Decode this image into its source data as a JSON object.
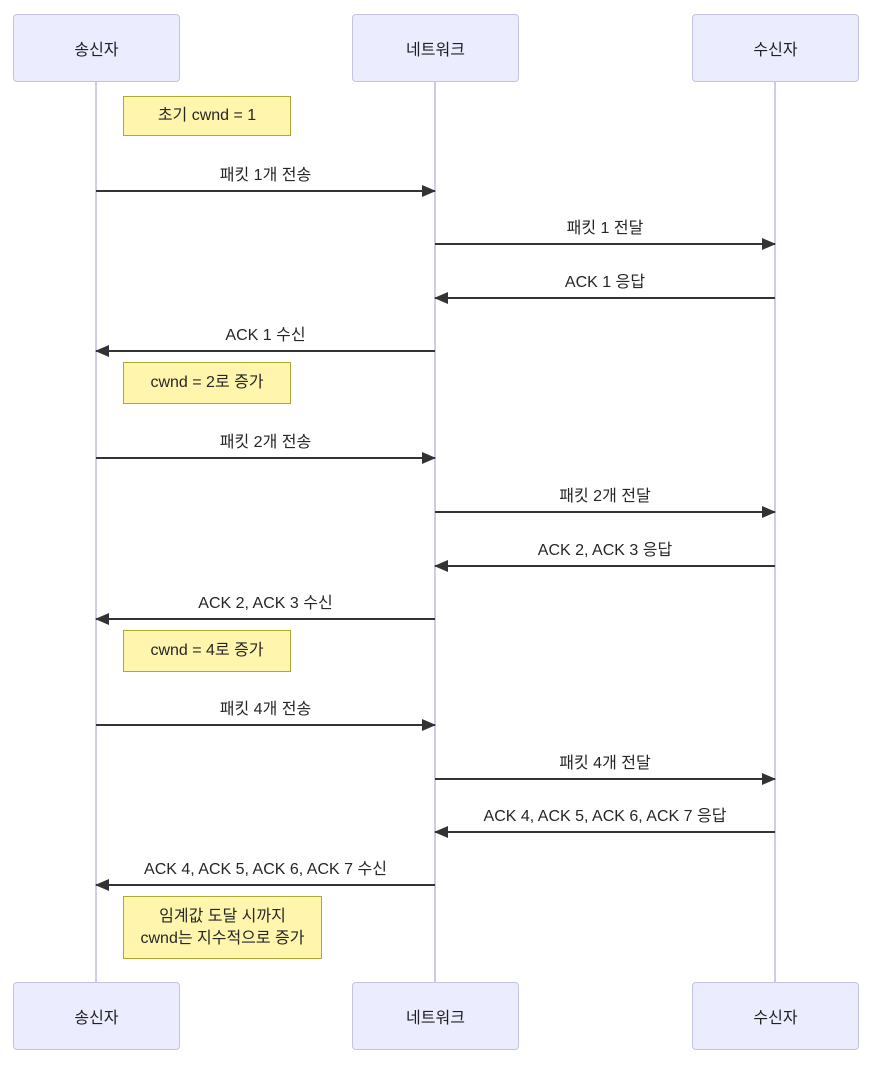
{
  "diagram": {
    "title": "TCP slow start sequence diagram",
    "actors": [
      {
        "id": "sender",
        "label": "송신자"
      },
      {
        "id": "network",
        "label": "네트워크"
      },
      {
        "id": "receiver",
        "label": "수신자"
      }
    ],
    "notes": [
      {
        "over": "sender",
        "text": "초기 cwnd = 1"
      },
      {
        "over": "sender",
        "text": "cwnd = 2로 증가"
      },
      {
        "over": "sender",
        "text": "cwnd = 4로 증가"
      },
      {
        "over": "sender",
        "text": "임계값 도달 시까지\ncwnd는 지수적으로 증가"
      }
    ],
    "messages": [
      {
        "from": "sender",
        "to": "network",
        "label": "패킷 1개 전송"
      },
      {
        "from": "network",
        "to": "receiver",
        "label": "패킷 1 전달"
      },
      {
        "from": "receiver",
        "to": "network",
        "label": "ACK 1 응답"
      },
      {
        "from": "network",
        "to": "sender",
        "label": "ACK 1 수신"
      },
      {
        "from": "sender",
        "to": "network",
        "label": "패킷 2개 전송"
      },
      {
        "from": "network",
        "to": "receiver",
        "label": "패킷 2개 전달"
      },
      {
        "from": "receiver",
        "to": "network",
        "label": "ACK 2, ACK 3 응답"
      },
      {
        "from": "network",
        "to": "sender",
        "label": "ACK 2, ACK 3 수신"
      },
      {
        "from": "sender",
        "to": "network",
        "label": "패킷 4개 전송"
      },
      {
        "from": "network",
        "to": "receiver",
        "label": "패킷 4개 전달"
      },
      {
        "from": "receiver",
        "to": "network",
        "label": "ACK 4, ACK 5, ACK 6, ACK 7 응답"
      },
      {
        "from": "network",
        "to": "sender",
        "label": "ACK 4, ACK 5, ACK 6, ACK 7 수신"
      }
    ],
    "colors": {
      "actor_fill": "#ececff",
      "actor_border": "#c3c3e0",
      "lifeline": "#cdcdea",
      "note_fill": "#fff5ad",
      "note_border": "#aaaa33",
      "arrow": "#333333",
      "text": "#262626"
    }
  }
}
